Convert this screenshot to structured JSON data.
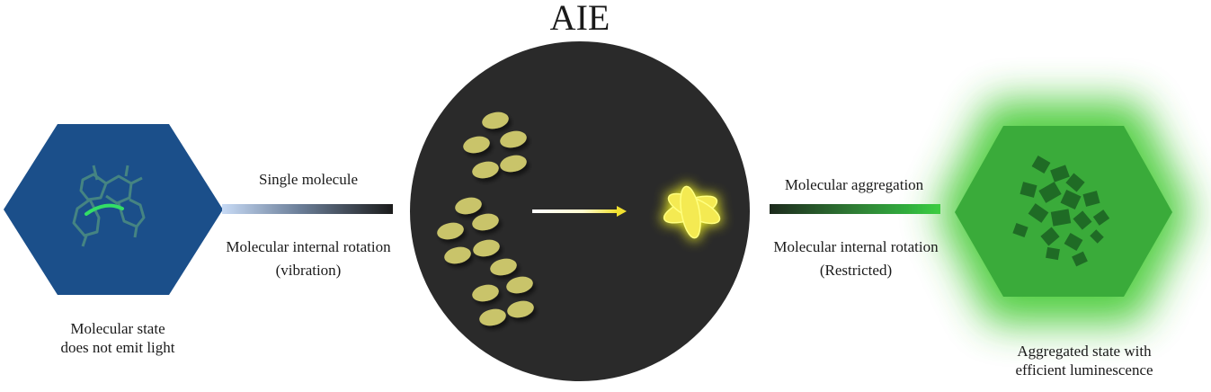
{
  "title": "AIE",
  "left_state": {
    "line1": "Molecular state",
    "line2": "does not emit light"
  },
  "left_arrow": {
    "top_label": "Single molecule",
    "bottom_line1": "Molecular internal rotation",
    "bottom_line2": "(vibration)"
  },
  "right_arrow": {
    "top_label": "Molecular aggregation",
    "bottom_line1": "Molecular internal rotation",
    "bottom_line2": "(Restricted)"
  },
  "right_state": {
    "line1": "Aggregated state with",
    "line2": "efficient luminescence"
  },
  "colors": {
    "left_hexagon": "#1b4f8a",
    "right_hexagon": "#3aab3a",
    "right_glow": "#4ccc3a",
    "circle": "#2a2a2a",
    "ellipse_fill": "#c9c46a",
    "star_glow": "#ffff22",
    "molecule_dark": "#1f6b25",
    "bond_highlight": "#33dd66"
  }
}
